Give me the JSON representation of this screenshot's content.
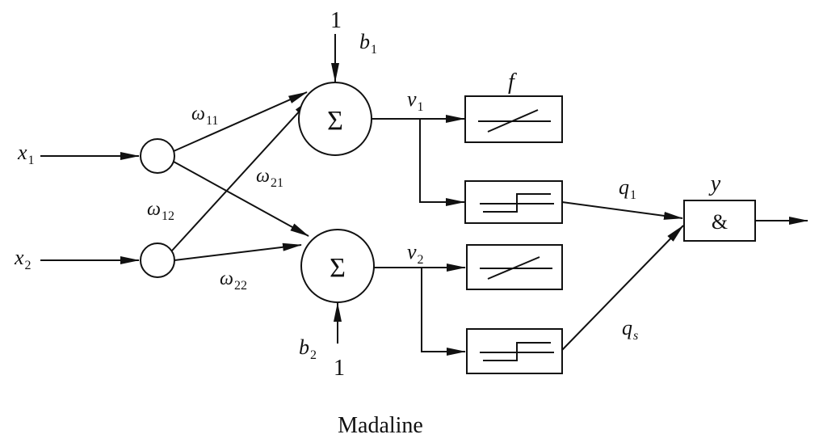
{
  "diagram": {
    "caption": "Madaline",
    "inputs": [
      {
        "base": "x",
        "sub": "1"
      },
      {
        "base": "x",
        "sub": "2"
      }
    ],
    "weights": {
      "w11": {
        "base": "ω",
        "sub": "11"
      },
      "w21": {
        "base": "ω",
        "sub": "21"
      },
      "w12": {
        "base": "ω",
        "sub": "12"
      },
      "w22": {
        "base": "ω",
        "sub": "22"
      }
    },
    "summers": [
      {
        "symbol": "Σ",
        "bias": {
          "base": "b",
          "sub": "1"
        },
        "bias_input": "1",
        "output": {
          "base": "v",
          "sub": "1"
        }
      },
      {
        "symbol": "Σ",
        "bias": {
          "base": "b",
          "sub": "2"
        },
        "bias_input": "1",
        "output": {
          "base": "v",
          "sub": "2"
        }
      }
    ],
    "linear_label": "f",
    "quantizer_outputs": [
      {
        "base": "q",
        "sub": "1"
      },
      {
        "base": "q",
        "sub": "s"
      }
    ],
    "and_gate": {
      "symbol": "&",
      "output_label": "y"
    }
  }
}
